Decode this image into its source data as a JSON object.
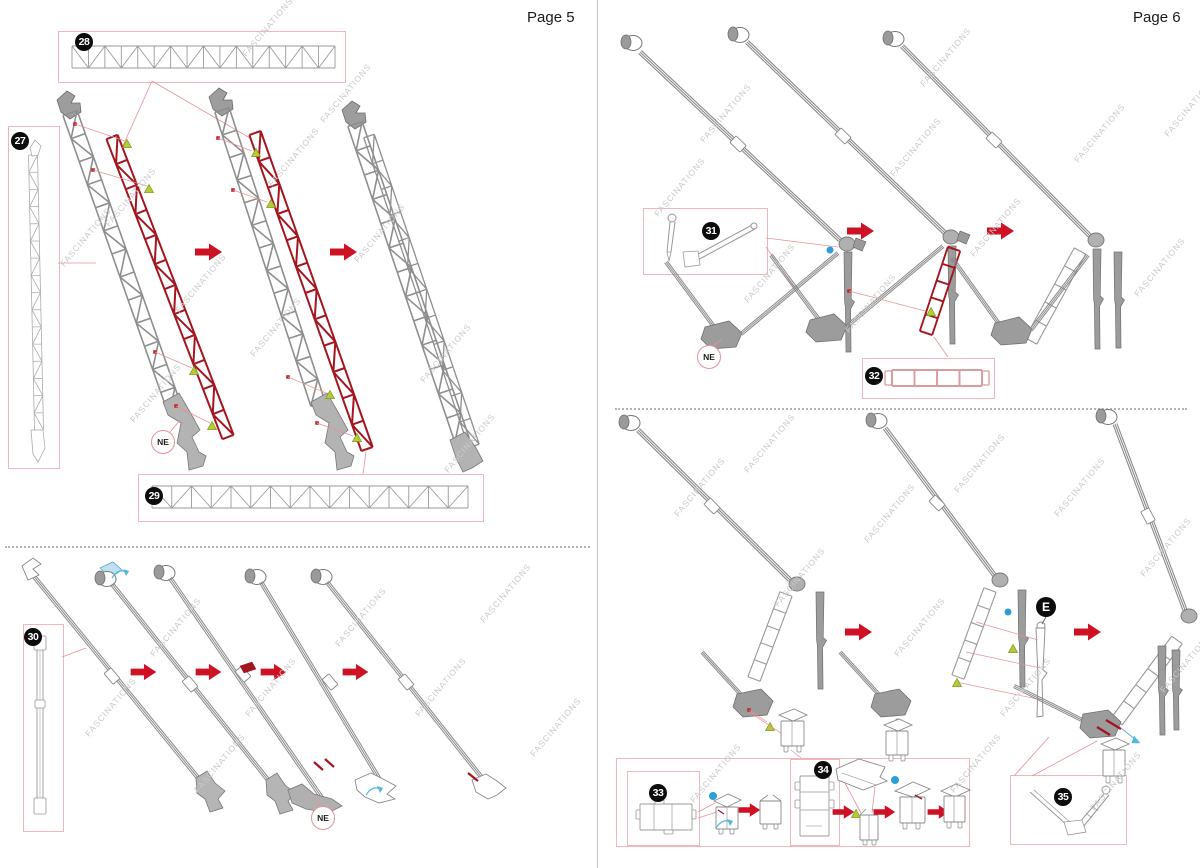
{
  "pages": {
    "left_label": "Page 5",
    "right_label": "Page 6"
  },
  "steps": {
    "27": "27",
    "28": "28",
    "29": "29",
    "30": "30",
    "31": "31",
    "32": "32",
    "33": "33",
    "34": "34",
    "35": "35"
  },
  "markers": {
    "ne": "NE",
    "e": "E"
  },
  "watermark": "FASCINATIONS",
  "colors": {
    "arrow_red": "#cf1124",
    "part_red": "#a4161f",
    "marker_green": "#b5cc35",
    "marker_blue": "#2e9fd6",
    "fold_arrow_cyan": "#54b8dc",
    "box_border_pink": "#efb6bb",
    "leader_pink": "#e89098",
    "part_gray": "#8e8e8e",
    "watermark_gray": "#cacaca"
  }
}
